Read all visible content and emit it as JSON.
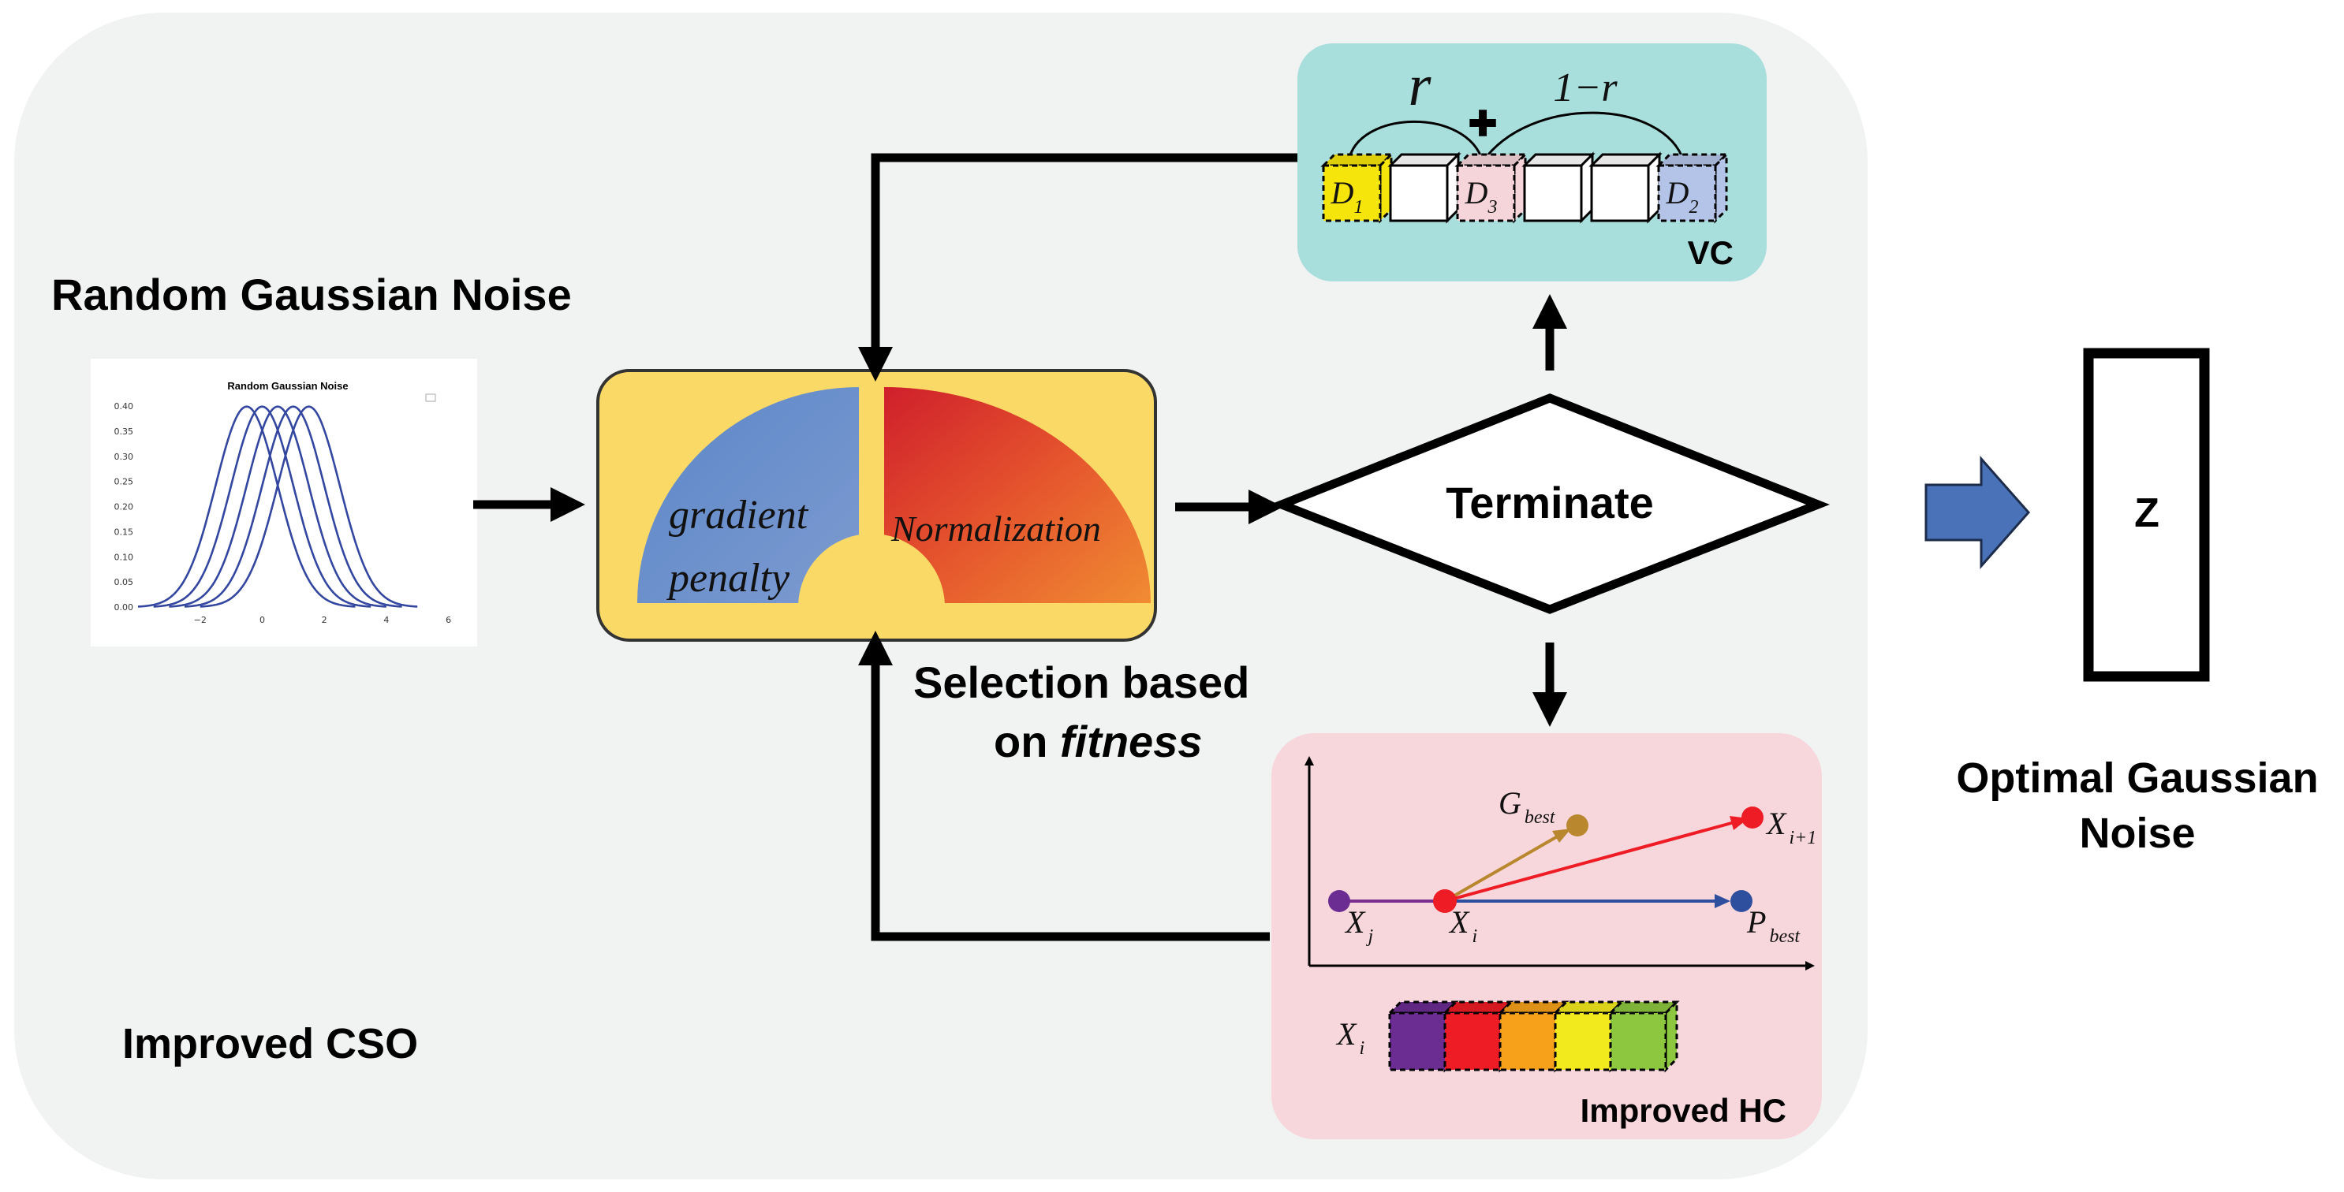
{
  "main_panel": {
    "label": "Improved CSO"
  },
  "noise_input": {
    "heading": "Random Gaussian Noise",
    "plot_title": "Random Gaussian Noise",
    "y_ticks": [
      "0.40",
      "0.35",
      "0.30",
      "0.25",
      "0.20",
      "0.15",
      "0.10",
      "0.05",
      "0.00"
    ],
    "x_ticks": [
      "−2",
      "0",
      "2",
      "4",
      "6"
    ]
  },
  "fitness_box": {
    "left_sector_label_1": "gradient",
    "left_sector_label_2": "penalty",
    "right_sector_label": "Normalization",
    "caption_line_1": "Selection based",
    "caption_line_2_prefix": "on ",
    "caption_line_2_emphasis": "fitness"
  },
  "decision": {
    "label": "Terminate"
  },
  "vc_panel": {
    "label": "VC",
    "weight_left": "r",
    "weight_right": "1−r",
    "plus": "✚",
    "cells": [
      {
        "base": "D",
        "sub": "1",
        "color": "#f5e50a"
      },
      {
        "base": "",
        "sub": "",
        "color": "#ffffff"
      },
      {
        "base": "D",
        "sub": "3",
        "color": "#f6d5da"
      },
      {
        "base": "",
        "sub": "",
        "color": "#ffffff"
      },
      {
        "base": "",
        "sub": "",
        "color": "#ffffff"
      },
      {
        "base": "D",
        "sub": "2",
        "color": "#b4c4e8"
      }
    ]
  },
  "hc_panel": {
    "label": "Improved HC",
    "g_best": {
      "base": "G",
      "sub": "best"
    },
    "x_next": {
      "base": "X",
      "sub": "i+1"
    },
    "x_j": {
      "base": "X",
      "sub": "j"
    },
    "x_i": {
      "base": "X",
      "sub": "i"
    },
    "p_best": {
      "base": "P",
      "sub": "best"
    },
    "vector_label": {
      "base": "X",
      "sub": "i"
    },
    "vector_colors": [
      "#6b2d91",
      "#ee1c25",
      "#f7a11a",
      "#f2ea1d",
      "#8dc63f"
    ]
  },
  "output": {
    "box_label": "Z",
    "caption_line_1": "Optimal Gaussian",
    "caption_line_2": "Noise"
  },
  "colors": {
    "panel_bg": "#f1f2f2",
    "fitness_bg": "#fbd967",
    "vc_bg": "#a8dedc",
    "hc_bg": "#f7d6dc",
    "blue_sector": "#6f93cc",
    "red_sector": "#e3412a",
    "arrow_blue": "#4a72b8"
  }
}
